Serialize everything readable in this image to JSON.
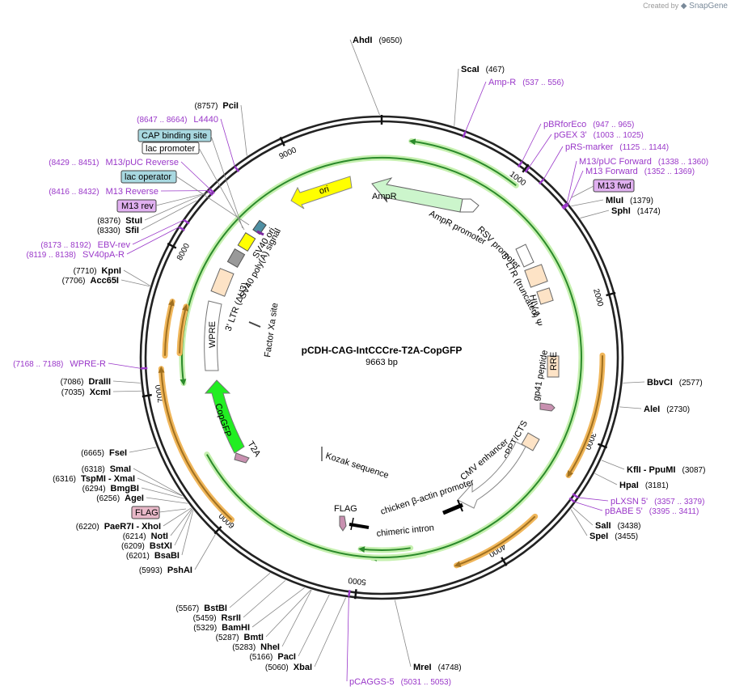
{
  "credit": {
    "prefix": "Created by",
    "brand": "SnapGene"
  },
  "plasmid": {
    "name": "pCDH-CAG-IntCCCre-T2A-CopGFP",
    "size_label": "9663 bp",
    "length": 9663
  },
  "colors": {
    "backbone": "#222222",
    "primer": "#9a38c9",
    "orange_arrow": "#f0b65a",
    "green_arrow": "#c6f0b0",
    "bright_green": "#22ee22",
    "yellow": "#ffff00",
    "tan": "#fde3c6",
    "light_blue": "#a8d8e0",
    "pink": "#e8b8c8"
  },
  "ticks": [
    {
      "pos": 1000,
      "label": "1000"
    },
    {
      "pos": 2000,
      "label": "2000"
    },
    {
      "pos": 3000,
      "label": "3000"
    },
    {
      "pos": 4000,
      "label": "4000"
    },
    {
      "pos": 5000,
      "label": "5000"
    },
    {
      "pos": 6000,
      "label": "6000"
    },
    {
      "pos": 7000,
      "label": "7000"
    },
    {
      "pos": 8000,
      "label": "8000"
    },
    {
      "pos": 9000,
      "label": "9000"
    }
  ],
  "sites": [
    {
      "name": "AhdI",
      "pos": "(9650)",
      "bp": 9650,
      "side": "top"
    },
    {
      "name": "ScaI",
      "pos": "(467)",
      "bp": 467,
      "side": "right"
    },
    {
      "name": "MluI",
      "pos": "(1379)",
      "bp": 1379,
      "side": "right"
    },
    {
      "name": "SphI",
      "pos": "(1474)",
      "bp": 1474,
      "side": "right"
    },
    {
      "name": "BbvCI",
      "pos": "(2577)",
      "bp": 2577,
      "side": "right"
    },
    {
      "name": "AleI",
      "pos": "(2730)",
      "bp": 2730,
      "side": "right"
    },
    {
      "name": "KflI - PpuMI",
      "pos": "(3087)",
      "bp": 3087,
      "side": "right"
    },
    {
      "name": "HpaI",
      "pos": "(3181)",
      "bp": 3181,
      "side": "right"
    },
    {
      "name": "SalI",
      "pos": "(3438)",
      "bp": 3438,
      "side": "right"
    },
    {
      "name": "SpeI",
      "pos": "(3455)",
      "bp": 3455,
      "side": "right"
    },
    {
      "name": "MreI",
      "pos": "(4748)",
      "bp": 4748,
      "side": "right"
    },
    {
      "name": "XbaI",
      "pos": "(5060)",
      "bp": 5060,
      "side": "left"
    },
    {
      "name": "PacI",
      "pos": "(5166)",
      "bp": 5166,
      "side": "left"
    },
    {
      "name": "NheI",
      "pos": "(5283)",
      "bp": 5283,
      "side": "left"
    },
    {
      "name": "BmtI",
      "pos": "(5287)",
      "bp": 5287,
      "side": "left"
    },
    {
      "name": "BamHI",
      "pos": "(5329)",
      "bp": 5329,
      "side": "left"
    },
    {
      "name": "RsrII",
      "pos": "(5459)",
      "bp": 5459,
      "side": "left"
    },
    {
      "name": "BstBI",
      "pos": "(5567)",
      "bp": 5567,
      "side": "left"
    },
    {
      "name": "PshAI",
      "pos": "(5993)",
      "bp": 5993,
      "side": "left"
    },
    {
      "name": "BsaBI",
      "pos": "(6201)",
      "bp": 6201,
      "side": "left"
    },
    {
      "name": "BstXI",
      "pos": "(6209)",
      "bp": 6209,
      "side": "left"
    },
    {
      "name": "NotI",
      "pos": "(6214)",
      "bp": 6214,
      "side": "left"
    },
    {
      "name": "PaeR7I - XhoI",
      "pos": "(6220)",
      "bp": 6220,
      "side": "left"
    },
    {
      "name": "AgeI",
      "pos": "(6256)",
      "bp": 6256,
      "side": "left"
    },
    {
      "name": "BmgBI",
      "pos": "(6294)",
      "bp": 6294,
      "side": "left"
    },
    {
      "name": "TspMI - XmaI",
      "pos": "(6316)",
      "bp": 6316,
      "side": "left"
    },
    {
      "name": "SmaI",
      "pos": "(6318)",
      "bp": 6318,
      "side": "left"
    },
    {
      "name": "FseI",
      "pos": "(6665)",
      "bp": 6665,
      "side": "left"
    },
    {
      "name": "XcmI",
      "pos": "(7035)",
      "bp": 7035,
      "side": "left"
    },
    {
      "name": "DraIII",
      "pos": "(7086)",
      "bp": 7086,
      "side": "left"
    },
    {
      "name": "Acc65I",
      "pos": "(7706)",
      "bp": 7706,
      "side": "left"
    },
    {
      "name": "KpnI",
      "pos": "(7710)",
      "bp": 7710,
      "side": "left"
    },
    {
      "name": "SfiI",
      "pos": "(8330)",
      "bp": 8330,
      "side": "left"
    },
    {
      "name": "StuI",
      "pos": "(8376)",
      "bp": 8376,
      "side": "left"
    },
    {
      "name": "PciI",
      "pos": "(8757)",
      "bp": 8757,
      "side": "left"
    }
  ],
  "primers": [
    {
      "name": "Amp-R",
      "pos": "(537 .. 556)",
      "bp": 546,
      "side": "right"
    },
    {
      "name": "pBRforEco",
      "pos": "(947 .. 965)",
      "bp": 956,
      "side": "right"
    },
    {
      "name": "pGEX 3'",
      "pos": "(1003 .. 1025)",
      "bp": 1014,
      "side": "right"
    },
    {
      "name": "pRS-marker",
      "pos": "(1125 .. 1144)",
      "bp": 1134,
      "side": "right"
    },
    {
      "name": "M13/pUC Forward",
      "pos": "(1338 .. 1360)",
      "bp": 1349,
      "side": "right"
    },
    {
      "name": "M13 Forward",
      "pos": "(1352 .. 1369)",
      "bp": 1360,
      "side": "right"
    },
    {
      "name": "pLXSN 5'",
      "pos": "(3357 .. 3379)",
      "bp": 3368,
      "side": "right"
    },
    {
      "name": "pBABE 5'",
      "pos": "(3395 .. 3411)",
      "bp": 3403,
      "side": "right"
    },
    {
      "name": "pCAGGS-5",
      "pos": "(5031 .. 5053)",
      "bp": 5042,
      "side": "bottom"
    },
    {
      "name": "WPRE-R",
      "pos": "(7168 .. 7188)",
      "bp": 7178,
      "side": "left"
    },
    {
      "name": "SV40pA-R",
      "pos": "(8119 .. 8138)",
      "bp": 8128,
      "side": "left"
    },
    {
      "name": "EBV-rev",
      "pos": "(8173 .. 8192)",
      "bp": 8182,
      "side": "left"
    },
    {
      "name": "M13 Reverse",
      "pos": "(8416 .. 8432)",
      "bp": 8424,
      "side": "left"
    },
    {
      "name": "M13/pUC Reverse",
      "pos": "(8429 .. 8451)",
      "bp": 8440,
      "side": "left"
    },
    {
      "name": "L4440",
      "pos": "(8647 .. 8664)",
      "bp": 8655,
      "side": "left"
    }
  ],
  "boxed_features": [
    {
      "name": "M13 fwd",
      "fill": "#e0b0f0"
    },
    {
      "name": "M13 rev",
      "fill": "#e0b0f0"
    },
    {
      "name": "lac operator",
      "fill": "#a8d8e0"
    },
    {
      "name": "lac promoter",
      "fill": "#ffffff"
    },
    {
      "name": "CAP binding site",
      "fill": "#a8d8e0"
    },
    {
      "name": "FLAG",
      "fill": "#e8b8c8"
    }
  ],
  "feature_labels": {
    "ori": "ori",
    "ampr": "AmpR",
    "ampr_promoter": "AmpR promoter",
    "rsv_promoter": "RSV promoter",
    "ltr5": "5' LTR (truncated)",
    "hiv_psi": "HIV-1 Ψ",
    "rre": "RRE",
    "gp41": "gp41 peptide",
    "cppt": "cPPT/CTS",
    "cmv": "CMV enhancer",
    "cba": "chicken β-actin promoter",
    "intron": "chimeric intron",
    "flag": "FLAG",
    "kozak": "Kozak sequence",
    "t2a": "T2A",
    "copgfp": "CopGFP",
    "wpre": "WPRE",
    "ltr3": "3' LTR (ΔU3)",
    "sv40pa": "SV40 poly(A) signal",
    "sv40ori": "SV40 ori",
    "factor_xa": "Factor Xa site"
  }
}
